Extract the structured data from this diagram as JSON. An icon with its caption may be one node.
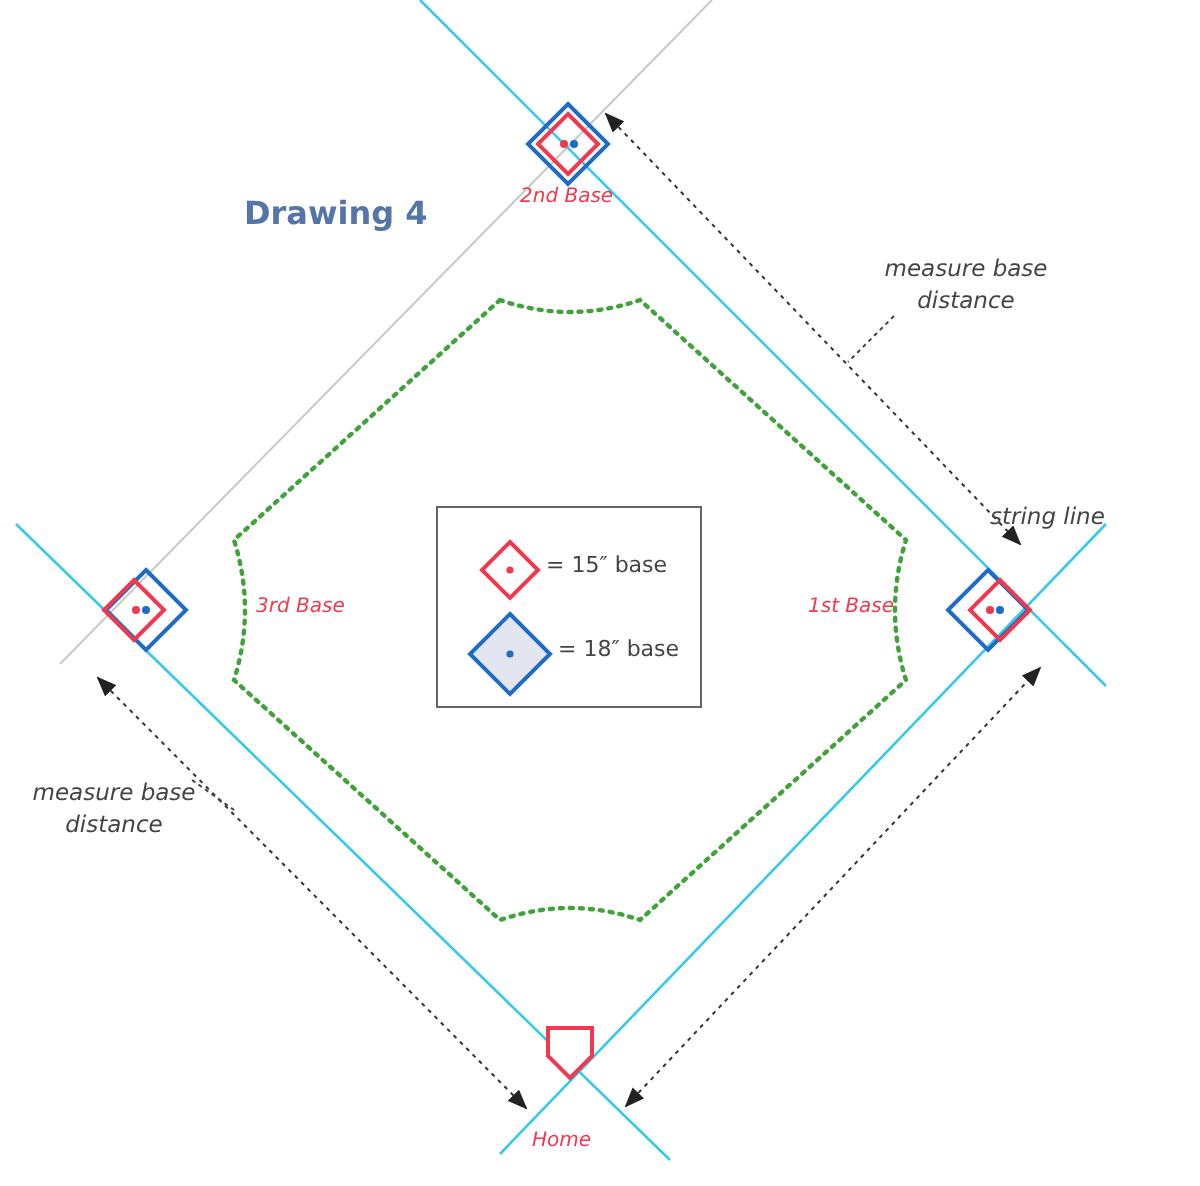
{
  "diagram": {
    "title": "Drawing 4",
    "nodes": [
      {
        "text": [
          "2nd Base"
        ]
      },
      {
        "text": [
          "3rd Base"
        ]
      },
      {
        "text": [
          "1st Base"
        ]
      },
      {
        "text": [
          "Home"
        ]
      },
      {
        "text": [
          "measure base distance"
        ]
      },
      {
        "text": [
          "measure base distance"
        ]
      }
    ],
    "edges": [
      {
        "from": 4,
        "to": null,
        "arrow": "none",
        "style": "dashed"
      },
      {
        "from": 5,
        "to": null,
        "arrow": "none",
        "style": "dashed"
      }
    ],
    "labels": [
      "string line"
    ],
    "legend": [
      {
        "text": "= 15″ base"
      },
      {
        "text": "= 18″ base"
      }
    ]
  }
}
